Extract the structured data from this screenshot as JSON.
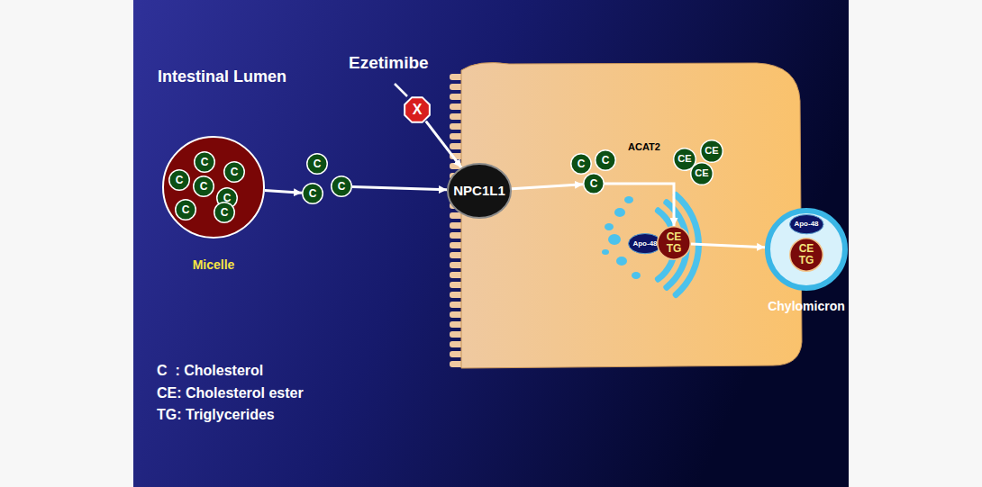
{
  "diagram": {
    "nodes": [
      {
        "text": [
          "Micelle"
        ]
      },
      {
        "text": [
          "C"
        ],
        "in": 0
      },
      {
        "text": [
          "C"
        ],
        "in": 0
      },
      {
        "text": [
          "C"
        ],
        "in": 0
      },
      {
        "text": [
          "C"
        ],
        "in": 0
      },
      {
        "text": [
          "C"
        ],
        "in": 0
      },
      {
        "text": [
          "C"
        ],
        "in": 0
      },
      {
        "text": [
          "C"
        ],
        "in": 0
      },
      {
        "text": [
          "C"
        ]
      },
      {
        "text": [
          "C"
        ]
      },
      {
        "text": [
          "C"
        ]
      },
      {
        "text": [
          "NPC1L1"
        ]
      },
      {
        "text": [
          "X"
        ]
      },
      {
        "text": [
          "C"
        ]
      },
      {
        "text": [
          "C"
        ]
      },
      {
        "text": [
          "C"
        ]
      },
      {
        "text": [
          "CE"
        ]
      },
      {
        "text": [
          "CE"
        ]
      },
      {
        "text": [
          "CE"
        ]
      },
      {
        "text": [
          "Apo-48"
        ]
      },
      {
        "text": [
          "CE TG"
        ]
      },
      {
        "text": [
          "Chylomicron"
        ]
      },
      {
        "text": [
          "Apo-48"
        ],
        "in": 21
      },
      {
        "text": [
          "CE TG"
        ],
        "in": 21
      }
    ],
    "edges": [
      {
        "from": 0,
        "to": 9,
        "arrow": "to"
      },
      {
        "from": 10,
        "to": 11,
        "arrow": "to"
      },
      {
        "from": 12,
        "to": 11,
        "arrow": "to"
      },
      {
        "from": 11,
        "to": 15,
        "arrow": "to"
      },
      {
        "from": 15,
        "to": 20,
        "arrow": "to"
      },
      {
        "from": 20,
        "to": 21,
        "arrow": "to"
      }
    ],
    "labels": [
      "Intestinal Lumen",
      "Ezetimibe",
      "ACAT2",
      "C  : Cholesterol",
      "CE: Cholesterol ester",
      "TG: Triglycerides"
    ]
  }
}
